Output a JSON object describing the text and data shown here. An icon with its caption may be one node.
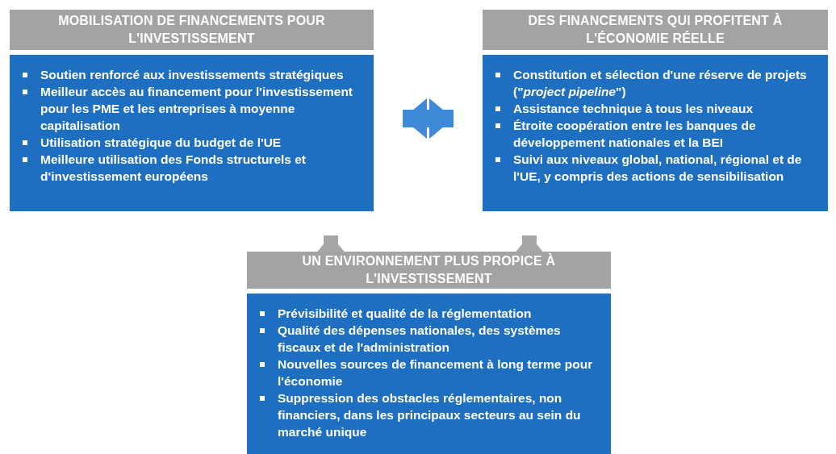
{
  "diagram": {
    "nodes": [
      {
        "text": [
          "MOBILISATION DE FINANCEMENTS POUR L'INVESTISSEMENT",
          "Soutien renforcé aux investissements stratégiques",
          "Meilleur accès au financement pour l'investissement pour les PME et les entreprises à moyenne capitalisation",
          "Utilisation stratégique du budget de l'UE",
          "Meilleure utilisation des Fonds structurels et d'investissement européens"
        ]
      },
      {
        "text": [
          "DES FINANCEMENTS QUI PROFITENT À L'ÉCONOMIE RÉELLE",
          "Constitution et sélection d'une réserve de projets (\"*project pipeline*\")",
          "Assistance technique à tous les niveaux",
          "Étroite coopération entre les banques de développement nationales et la BEI",
          "Suivi aux niveaux global, national, régional et de l'UE, y compris des actions de sensibilisation"
        ]
      },
      {
        "text": [
          "UN ENVIRONNEMENT PLUS PROPICE À L'INVESTISSEMENT",
          "Prévisibilité et qualité de la réglementation",
          "Qualité des dépenses nationales, des systèmes fiscaux et de l'administration",
          "Nouvelles sources de financement à long terme pour l'économie",
          "Suppression des obstacles réglementaires, non financiers, dans les principaux secteurs au sein du marché unique"
        ]
      }
    ],
    "edges": [
      {
        "from": 0,
        "to": 1,
        "arrow": "both",
        "color": "#3f8ad8"
      },
      {
        "from": 2,
        "to": 0,
        "arrow": "to"
      },
      {
        "from": 2,
        "to": 1,
        "arrow": "to"
      }
    ]
  }
}
